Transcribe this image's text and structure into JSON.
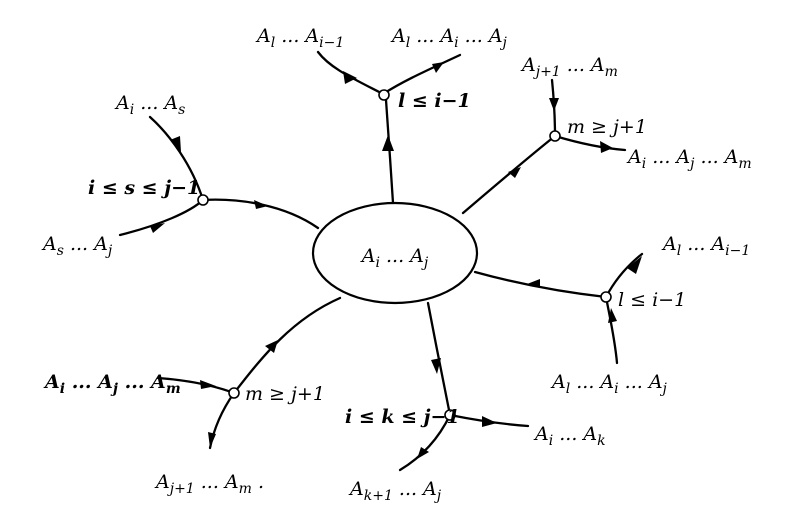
{
  "center": {
    "label": "A_i ... A_j"
  },
  "branches": {
    "top_mid": {
      "condition": "l ≤ i−1",
      "input": "A_l ... A_{i−1}",
      "output": "A_l ... A_i ... A_j"
    },
    "top_right": {
      "condition": "m ≥ j+1",
      "input": "A_{j+1} ... A_m",
      "output": "A_i ... A_j ... A_m"
    },
    "left": {
      "condition": "i ≤ s ≤ j−1",
      "input_top": "A_i ... A_s",
      "input_bottom": "A_s ... A_j"
    },
    "right": {
      "condition": "l ≤ i−1",
      "output_top": "A_l ... A_{i−1}",
      "input_bottom": "A_l ... A_i ... A_j"
    },
    "bottom_left": {
      "condition": "m ≥ j+1",
      "input": "A_i ... A_j ... A_m",
      "output": "A_{j+1} ... A_m ."
    },
    "bottom_mid": {
      "condition": "i ≤ k ≤ j−1",
      "output_right": "A_i ... A_k",
      "output_bottom": "A_{k+1} ... A_j"
    }
  }
}
